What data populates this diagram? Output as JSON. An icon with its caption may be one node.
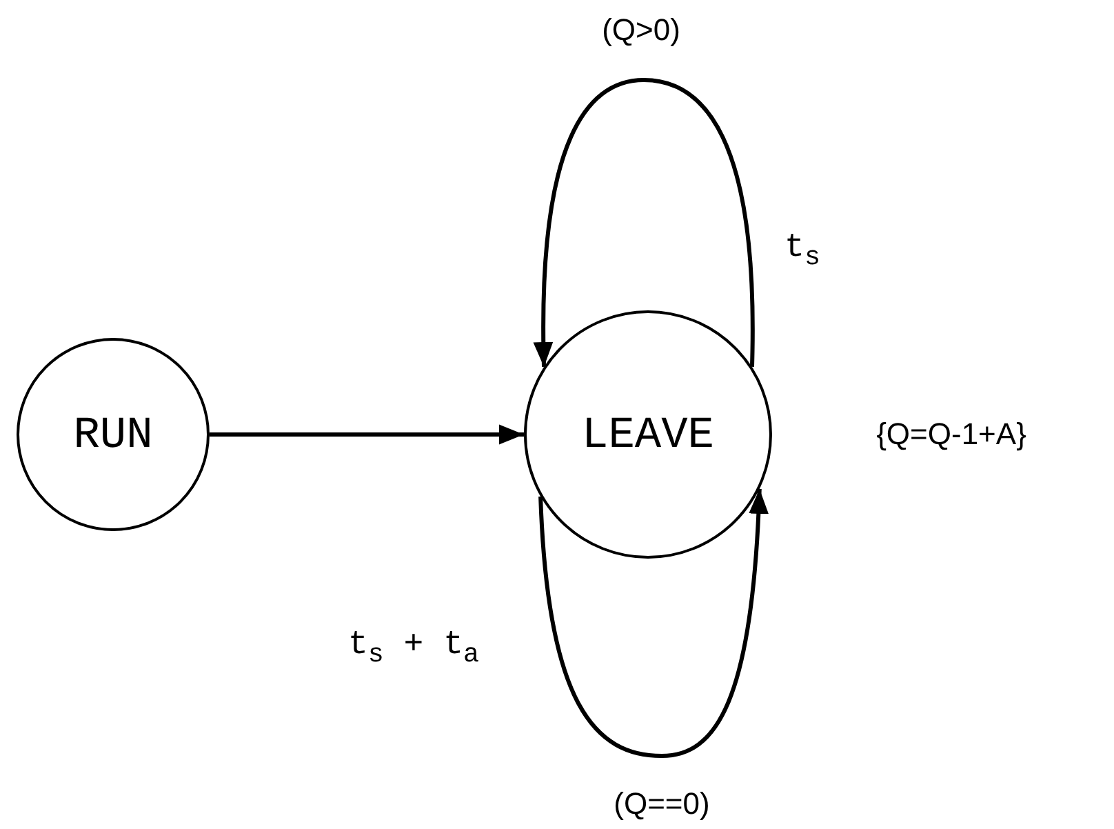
{
  "diagram": {
    "nodes": [
      {
        "text": [
          "RUN"
        ]
      },
      {
        "text": [
          "LEAVE"
        ],
        "beside": [
          "{Q=Q-1+A}"
        ]
      }
    ],
    "edges": [
      {
        "from": 0,
        "to": 1,
        "arrow": "to"
      },
      {
        "from": 1,
        "to": 1,
        "arrow": "to",
        "label": "t$_{s}$"
      },
      {
        "from": 1,
        "to": 1,
        "arrow": "to",
        "label": "t$_{s}$ + t$_{a}$"
      }
    ],
    "labels": [
      "(Q>0)",
      "(Q==0)"
    ]
  }
}
